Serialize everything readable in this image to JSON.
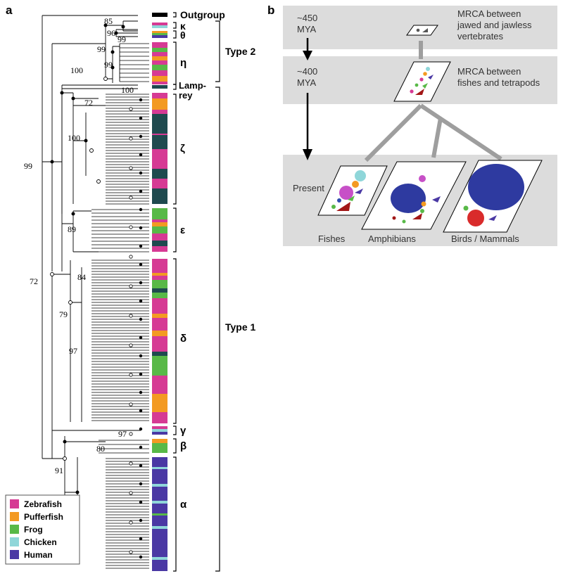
{
  "panel_a": {
    "label": "a",
    "bootstrap": [
      "85",
      "96",
      "99",
      "99",
      "99",
      "100",
      "100",
      "72",
      "100",
      "99",
      "89",
      "72",
      "84",
      "79",
      "97",
      "97",
      "80",
      "91"
    ],
    "clades": [
      "Outgroup",
      "κ",
      "θ",
      "η",
      "Lamp-",
      "rey",
      "ζ",
      "ε",
      "δ",
      "γ",
      "β",
      "α"
    ],
    "types": [
      "Type 2",
      "Type 1"
    ],
    "legend": [
      {
        "name": "Zebrafish",
        "color": "#d63a94"
      },
      {
        "name": "Pufferfish",
        "color": "#f39a22"
      },
      {
        "name": "Frog",
        "color": "#58b947"
      },
      {
        "name": "Chicken",
        "color": "#8fd6d9"
      },
      {
        "name": "Human",
        "color": "#4a38a4"
      }
    ],
    "lamprey_color": "#1f4a4f"
  },
  "panel_b": {
    "label": "b",
    "times": [
      "~450",
      "MYA",
      "~400",
      "MYA"
    ],
    "mrca": [
      "MRCA between",
      "jawed and jawless",
      "vertebrates",
      "MRCA between",
      "fishes and tetrapods"
    ],
    "present": "Present",
    "groups": [
      "Fishes",
      "Amphibians",
      "Birds / Mammals"
    ]
  }
}
